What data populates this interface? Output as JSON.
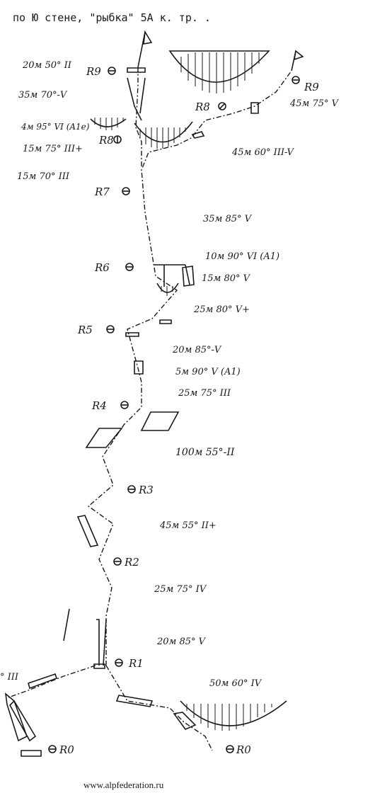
{
  "header": {
    "text": "по  Ю стене, \"рыбка\"    5А к. тр.   .",
    "footer": "www.alpfederation.ru"
  },
  "relays": [
    {
      "id": "r9_left",
      "label": "R9"
    },
    {
      "id": "r8_left",
      "label": "R8"
    },
    {
      "id": "r9_right",
      "label": "R9"
    },
    {
      "id": "r8_right",
      "label": "R8"
    },
    {
      "id": "r7",
      "label": "R7"
    },
    {
      "id": "r6",
      "label": "R6"
    },
    {
      "id": "r5",
      "label": "R5"
    },
    {
      "id": "r4",
      "label": "R4"
    },
    {
      "id": "r3",
      "label": "R3"
    },
    {
      "id": "r2",
      "label": "R2"
    },
    {
      "id": "r1",
      "label": "R1"
    },
    {
      "id": "r0_left",
      "label": "R0"
    },
    {
      "id": "r0_right",
      "label": "R0"
    }
  ],
  "pitches": [
    {
      "id": "p_20_50",
      "text": "20м 50° II"
    },
    {
      "id": "p_35_70",
      "text": "35м 70°-V"
    },
    {
      "id": "p_4_95",
      "text": "4м 95° VI (A1e)"
    },
    {
      "id": "p_15_75",
      "text": "15м 75° III+"
    },
    {
      "id": "p_15_70",
      "text": "15м 70° III"
    },
    {
      "id": "p_45_75",
      "text": "45м 75° V"
    },
    {
      "id": "p_45_60",
      "text": "45м 60° III-V"
    },
    {
      "id": "p_35_85",
      "text": "35м 85° V"
    },
    {
      "id": "p_10_90",
      "text": "10м 90° VI (A1)"
    },
    {
      "id": "p_15_80",
      "text": "15м 80° V"
    },
    {
      "id": "p_25_80",
      "text": "25м 80° V+"
    },
    {
      "id": "p_20_85a",
      "text": "20м 85°-V"
    },
    {
      "id": "p_5_90",
      "text": "5м 90° V (A1)"
    },
    {
      "id": "p_25_75a",
      "text": "25м 75° III"
    },
    {
      "id": "p_100_55",
      "text": "100м 55°-II"
    },
    {
      "id": "p_45_55",
      "text": "45м 55° II+"
    },
    {
      "id": "p_25_75b",
      "text": "25м 75° IV"
    },
    {
      "id": "p_20_85b",
      "text": "20м 85° V"
    },
    {
      "id": "p_50_60",
      "text": "50м 60° IV"
    },
    {
      "id": "p_left_edge",
      "text": "° III"
    }
  ]
}
